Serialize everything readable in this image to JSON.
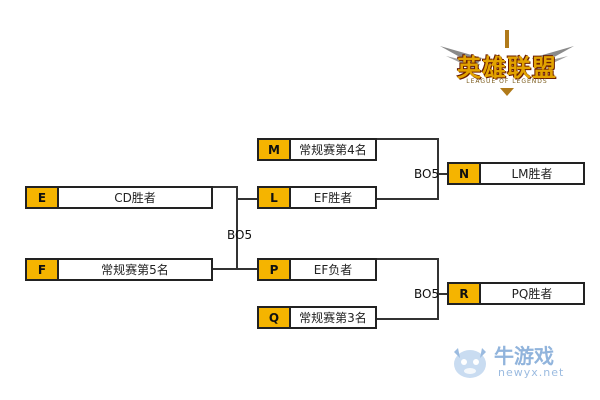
{
  "logo": {
    "title": "英雄联盟",
    "subtitle": "LEAGUE OF LEGENDS"
  },
  "watermark": {
    "text": "牛游戏",
    "domain": "newyx.net"
  },
  "bracket": {
    "round1": [
      {
        "letter": "E",
        "label": "CD胜者"
      },
      {
        "letter": "F",
        "label": "常规赛第5名"
      }
    ],
    "round2": [
      {
        "letter": "M",
        "label": "常规赛第4名"
      },
      {
        "letter": "L",
        "label": "EF胜者"
      },
      {
        "letter": "P",
        "label": "EF负者"
      },
      {
        "letter": "Q",
        "label": "常规赛第3名"
      }
    ],
    "round3": [
      {
        "letter": "N",
        "label": "LM胜者"
      },
      {
        "letter": "R",
        "label": "PQ胜者"
      }
    ],
    "match_labels": {
      "ef": "BO5",
      "lm": "BO5",
      "pq": "BO5"
    }
  },
  "colors": {
    "letter_bg": "#f5b400",
    "line": "#333333"
  }
}
